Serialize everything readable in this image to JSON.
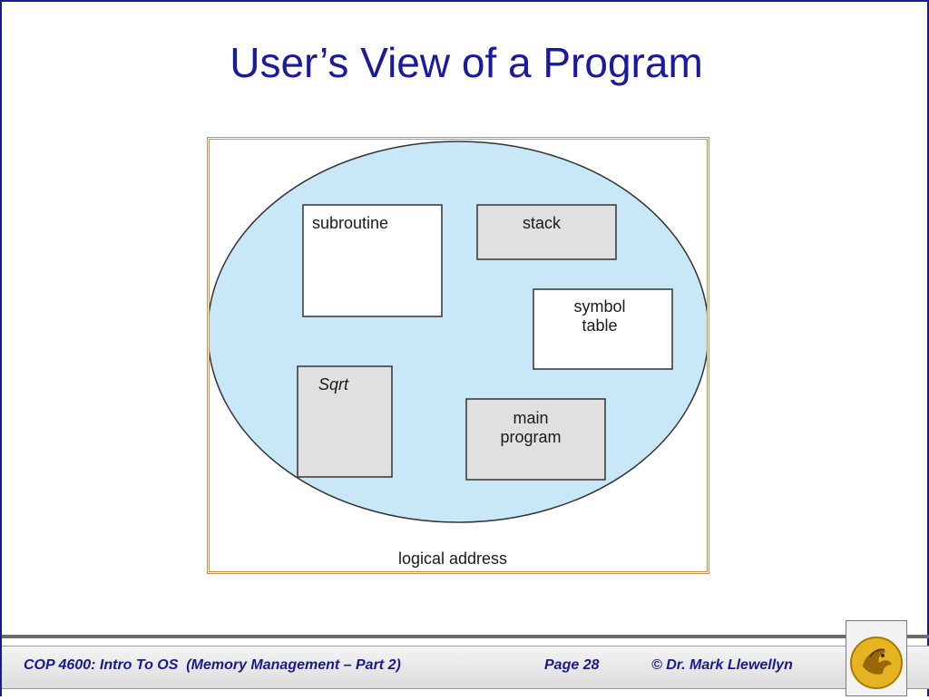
{
  "slide": {
    "title": "User’s View of a Program"
  },
  "diagram": {
    "segments": {
      "subroutine": "subroutine",
      "stack": "stack",
      "symbol_table_line1": "symbol",
      "symbol_table_line2": "table",
      "sqrt": "Sqrt",
      "main_program_line1": "main",
      "main_program_line2": "program"
    },
    "caption": "logical address",
    "colors": {
      "space_fill": "#c8e8f8",
      "segment_shaded": "#e0e0e0",
      "segment_white": "#ffffff",
      "frame_border": "#c8914a"
    }
  },
  "footer": {
    "course": "COP 4600: Intro To OS  (Memory Management – Part 2)",
    "page": "Page 28",
    "copyright": "© Dr. Mark Llewellyn",
    "logo_icon": "ucf-pegasus-logo-icon"
  }
}
